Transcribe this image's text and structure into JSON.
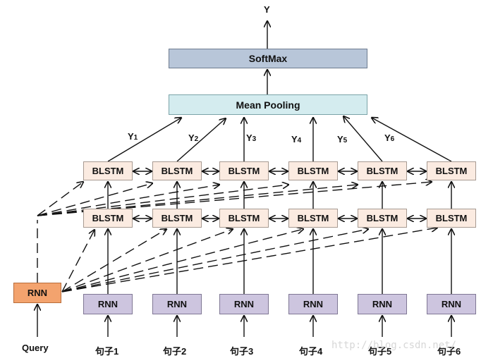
{
  "output_label": "Y",
  "softmax_label": "SoftMax",
  "pooling_label": "Mean Pooling",
  "blstm_label": "BLSTM",
  "rnn_label": "RNN",
  "query_label": "Query",
  "query_rnn_label": "RNN",
  "y_prefix": "Y",
  "y_subscripts": [
    "1",
    "2",
    "3",
    "4",
    "5",
    "6"
  ],
  "sentences": [
    "句子1",
    "句子2",
    "句子3",
    "句子4",
    "句子5",
    "句子6"
  ],
  "watermark": "http://blog.csdn.net/"
}
